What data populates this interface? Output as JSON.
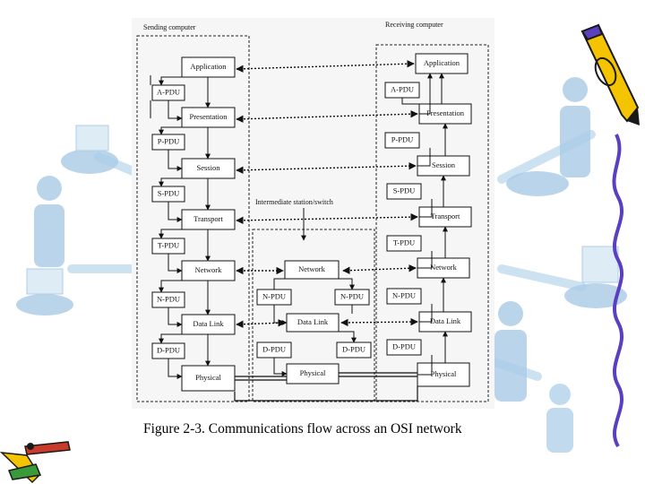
{
  "figure": {
    "sending_label": "Sending computer",
    "receiving_label": "Receiving computer",
    "intermediate_label": "Intermediate station/switch",
    "caption": "Figure 2-3. Communications flow across an OSI network",
    "layers": {
      "application": "Application",
      "presentation": "Presentation",
      "session": "Session",
      "transport": "Transport",
      "network": "Network",
      "data_link": "Data Link",
      "physical": "Physical"
    },
    "pdus": {
      "a": "A-PDU",
      "p": "P-PDU",
      "s": "S-PDU",
      "t": "T-PDU",
      "n": "N-PDU",
      "d": "D-PDU"
    }
  },
  "colors": {
    "background_icon": "#7fb2d8",
    "pencil_purple": "#5a3fc0",
    "pencil_yellow": "#f5c400"
  }
}
